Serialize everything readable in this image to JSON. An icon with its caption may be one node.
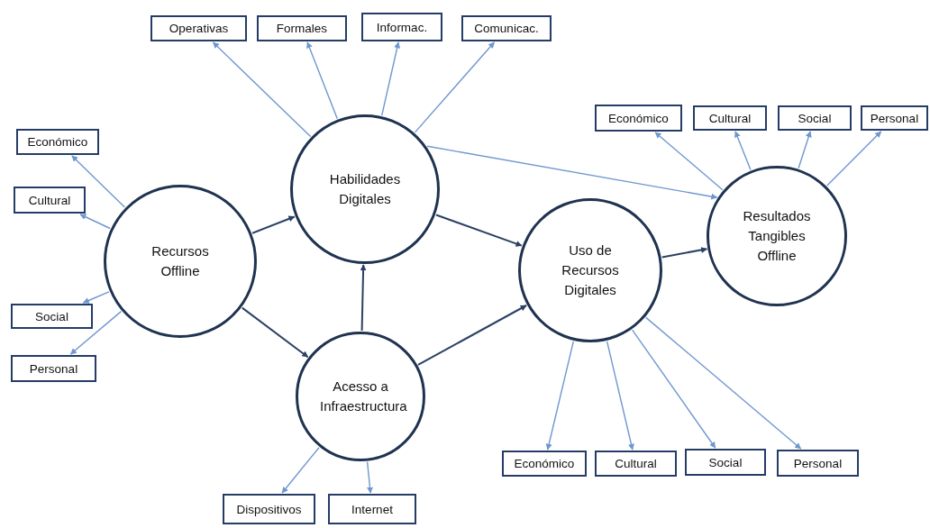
{
  "diagram": {
    "nodes": [
      {
        "text": [
          "Recursos Offline"
        ]
      },
      {
        "text": [
          "Habilidades Digitales"
        ]
      },
      {
        "text": [
          "Acesso a Infraestructura"
        ]
      },
      {
        "text": [
          "Uso de Recursos Digitales"
        ]
      },
      {
        "text": [
          "Resultados Tangibles Offline"
        ]
      },
      {
        "text": [
          "Económico"
        ]
      },
      {
        "text": [
          "Cultural"
        ]
      },
      {
        "text": [
          "Social"
        ]
      },
      {
        "text": [
          "Personal"
        ]
      },
      {
        "text": [
          "Operativas"
        ]
      },
      {
        "text": [
          "Formales"
        ]
      },
      {
        "text": [
          "Informac."
        ]
      },
      {
        "text": [
          "Comunicac."
        ]
      },
      {
        "text": [
          "Económico"
        ]
      },
      {
        "text": [
          "Cultural"
        ]
      },
      {
        "text": [
          "Social"
        ]
      },
      {
        "text": [
          "Personal"
        ]
      },
      {
        "text": [
          "Económico"
        ]
      },
      {
        "text": [
          "Cultural"
        ]
      },
      {
        "text": [
          "Social"
        ]
      },
      {
        "text": [
          "Personal"
        ]
      },
      {
        "text": [
          "Dispositivos"
        ]
      },
      {
        "text": [
          "Internet"
        ]
      }
    ],
    "edges": [
      {
        "from": 0,
        "to": 1,
        "arrow": "to",
        "color": "#2b4164"
      },
      {
        "from": 0,
        "to": 2,
        "arrow": "to",
        "color": "#2b4164"
      },
      {
        "from": 1,
        "to": 3,
        "arrow": "to",
        "color": "#2b4164"
      },
      {
        "from": 2,
        "to": 3,
        "arrow": "to",
        "color": "#2b4164"
      },
      {
        "from": 2,
        "to": 1,
        "arrow": "to",
        "color": "#2b4164"
      },
      {
        "from": 3,
        "to": 4,
        "arrow": "to",
        "color": "#2b4164"
      },
      {
        "from": 1,
        "to": 4,
        "arrow": "to"
      },
      {
        "from": 0,
        "to": 5,
        "arrow": "to"
      },
      {
        "from": 0,
        "to": 6,
        "arrow": "to"
      },
      {
        "from": 0,
        "to": 7,
        "arrow": "to"
      },
      {
        "from": 0,
        "to": 8,
        "arrow": "to"
      },
      {
        "from": 1,
        "to": 9,
        "arrow": "to"
      },
      {
        "from": 1,
        "to": 10,
        "arrow": "to"
      },
      {
        "from": 1,
        "to": 11,
        "arrow": "to"
      },
      {
        "from": 1,
        "to": 12,
        "arrow": "to"
      },
      {
        "from": 4,
        "to": 13,
        "arrow": "to"
      },
      {
        "from": 4,
        "to": 14,
        "arrow": "to"
      },
      {
        "from": 4,
        "to": 15,
        "arrow": "to"
      },
      {
        "from": 4,
        "to": 16,
        "arrow": "to"
      },
      {
        "from": 3,
        "to": 17,
        "arrow": "to"
      },
      {
        "from": 3,
        "to": 18,
        "arrow": "to"
      },
      {
        "from": 3,
        "to": 19,
        "arrow": "to"
      },
      {
        "from": 3,
        "to": 20,
        "arrow": "to"
      },
      {
        "from": 2,
        "to": 21,
        "arrow": "to"
      },
      {
        "from": 2,
        "to": 22,
        "arrow": "to"
      }
    ]
  }
}
